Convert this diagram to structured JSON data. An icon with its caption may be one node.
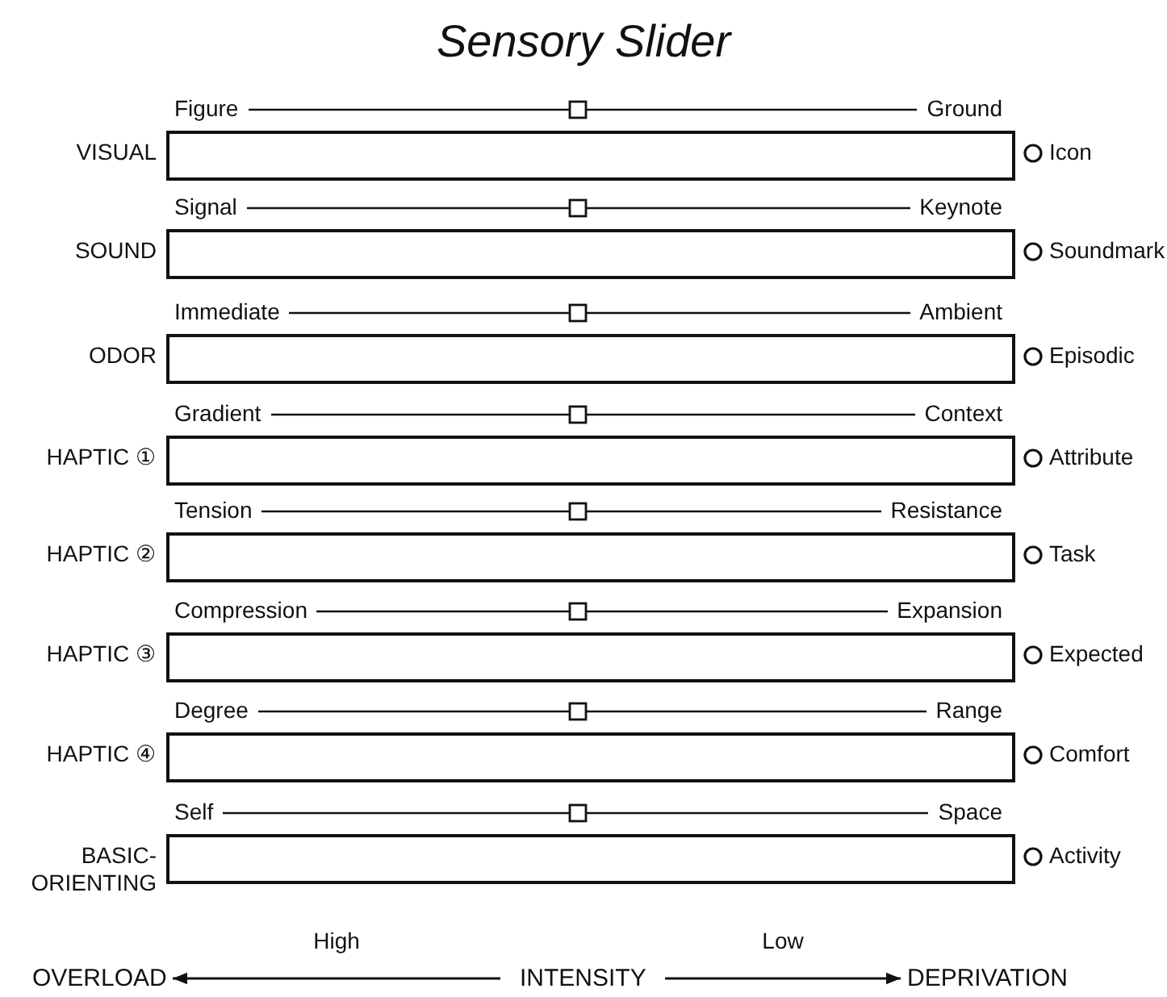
{
  "diagram": {
    "title": "Sensory Slider",
    "nodes": [
      {
        "text": [],
        "shape": "box",
        "beside": [
          "VISUAL",
          "Icon"
        ]
      },
      {
        "text": [],
        "shape": "box",
        "beside": [
          "SOUND",
          "Soundmark"
        ]
      },
      {
        "text": [],
        "shape": "box",
        "beside": [
          "ODOR",
          "Episodic"
        ]
      },
      {
        "text": [],
        "shape": "box",
        "beside": [
          "HAPTIC ①",
          "Attribute"
        ]
      },
      {
        "text": [],
        "shape": "box",
        "beside": [
          "HAPTIC ②",
          "Task"
        ]
      },
      {
        "text": [],
        "shape": "box",
        "beside": [
          "HAPTIC ③",
          "Expected"
        ]
      },
      {
        "text": [],
        "shape": "box",
        "beside": [
          "HAPTIC ④",
          "Comfort"
        ]
      },
      {
        "text": [],
        "shape": "box",
        "beside": [
          "BASIC- ORIENTING",
          "Activity"
        ]
      },
      {
        "text": [
          "OVERLOAD"
        ]
      },
      {
        "text": [
          "INTENSITY"
        ]
      },
      {
        "text": [
          "DEPRIVATION"
        ]
      }
    ],
    "edges": [
      {
        "from": 9,
        "to": 8,
        "arrow": "to",
        "label": "High"
      },
      {
        "from": 9,
        "to": 10,
        "arrow": "to",
        "label": "Low"
      }
    ],
    "labels": [
      "Figure",
      "Ground",
      "Signal",
      "Keynote",
      "Immediate",
      "Ambient",
      "Gradient",
      "Context",
      "Tension",
      "Resistance",
      "Compression",
      "Expansion",
      "Degree",
      "Range",
      "Self",
      "Space"
    ]
  }
}
